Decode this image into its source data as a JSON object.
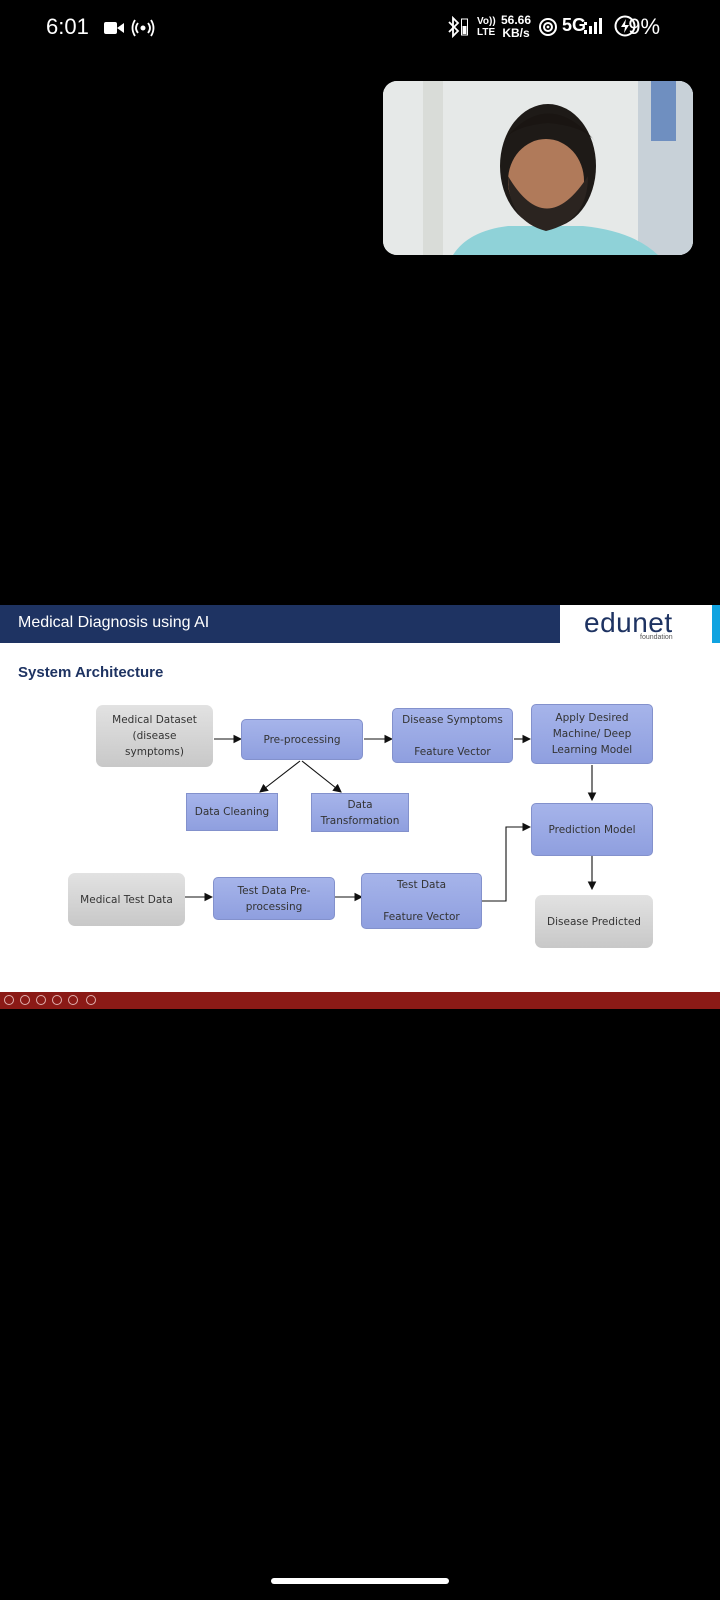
{
  "status_bar": {
    "time": "6:01",
    "net_speed_value": "56.66",
    "net_speed_unit": "KB/s",
    "volte_label": "Vo)) LTE",
    "network_type": "5G",
    "battery_percent": "9%",
    "icons": [
      "video-camera-icon",
      "hotspot-icon",
      "bluetooth-icon",
      "volte-icon",
      "wifi-icon",
      "signal-icon",
      "battery-charging-icon"
    ]
  },
  "video_tile": {
    "icon": "participant-video"
  },
  "slide": {
    "header_title": "Medical Diagnosis using AI",
    "logo_text": "edunet",
    "logo_sub": "foundation",
    "section_title": "System Architecture",
    "nodes": {
      "medical_dataset": "Medical Dataset\n(disease\nsymptoms)",
      "preprocessing": "Pre-processing",
      "disease_symptoms": "Disease Symptoms\n\nFeature Vector",
      "apply_model": "Apply Desired\nMachine/ Deep\nLearning Model",
      "data_cleaning": "Data Cleaning",
      "data_transformation": "Data\nTransformation",
      "prediction_model": "Prediction Model",
      "medical_test_data": "Medical Test Data",
      "test_preprocessing": "Test Data Pre-\nprocessing",
      "test_feature_vector": "Test Data\n\nFeature Vector",
      "disease_predicted": "Disease Predicted"
    },
    "colors": {
      "header": "#1e3362",
      "node_blue": "#98a8e3",
      "node_gray": "#d4d4d4",
      "toolbar": "#8b1a16"
    }
  },
  "slideshow_toolbar": {
    "buttons": [
      "previous-icon",
      "next-icon",
      "pen-icon",
      "slides-icon",
      "zoom-icon",
      "more-icon"
    ]
  }
}
